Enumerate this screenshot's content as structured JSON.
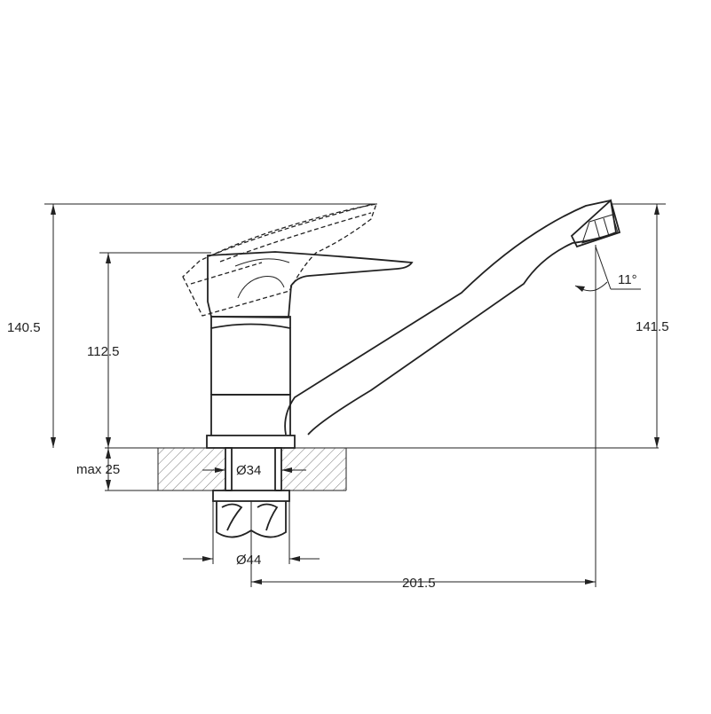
{
  "drawing": {
    "dimensions": {
      "lever_height": "140.5",
      "body_height": "112.5",
      "spout_height": "141.5",
      "counter_thickness": "max 25",
      "shank_diameter": "Ø34",
      "nut_diameter": "Ø44",
      "spout_reach": "201.5",
      "aerator_angle": "11°"
    },
    "colors": {
      "line": "#222222",
      "background": "#ffffff"
    }
  }
}
